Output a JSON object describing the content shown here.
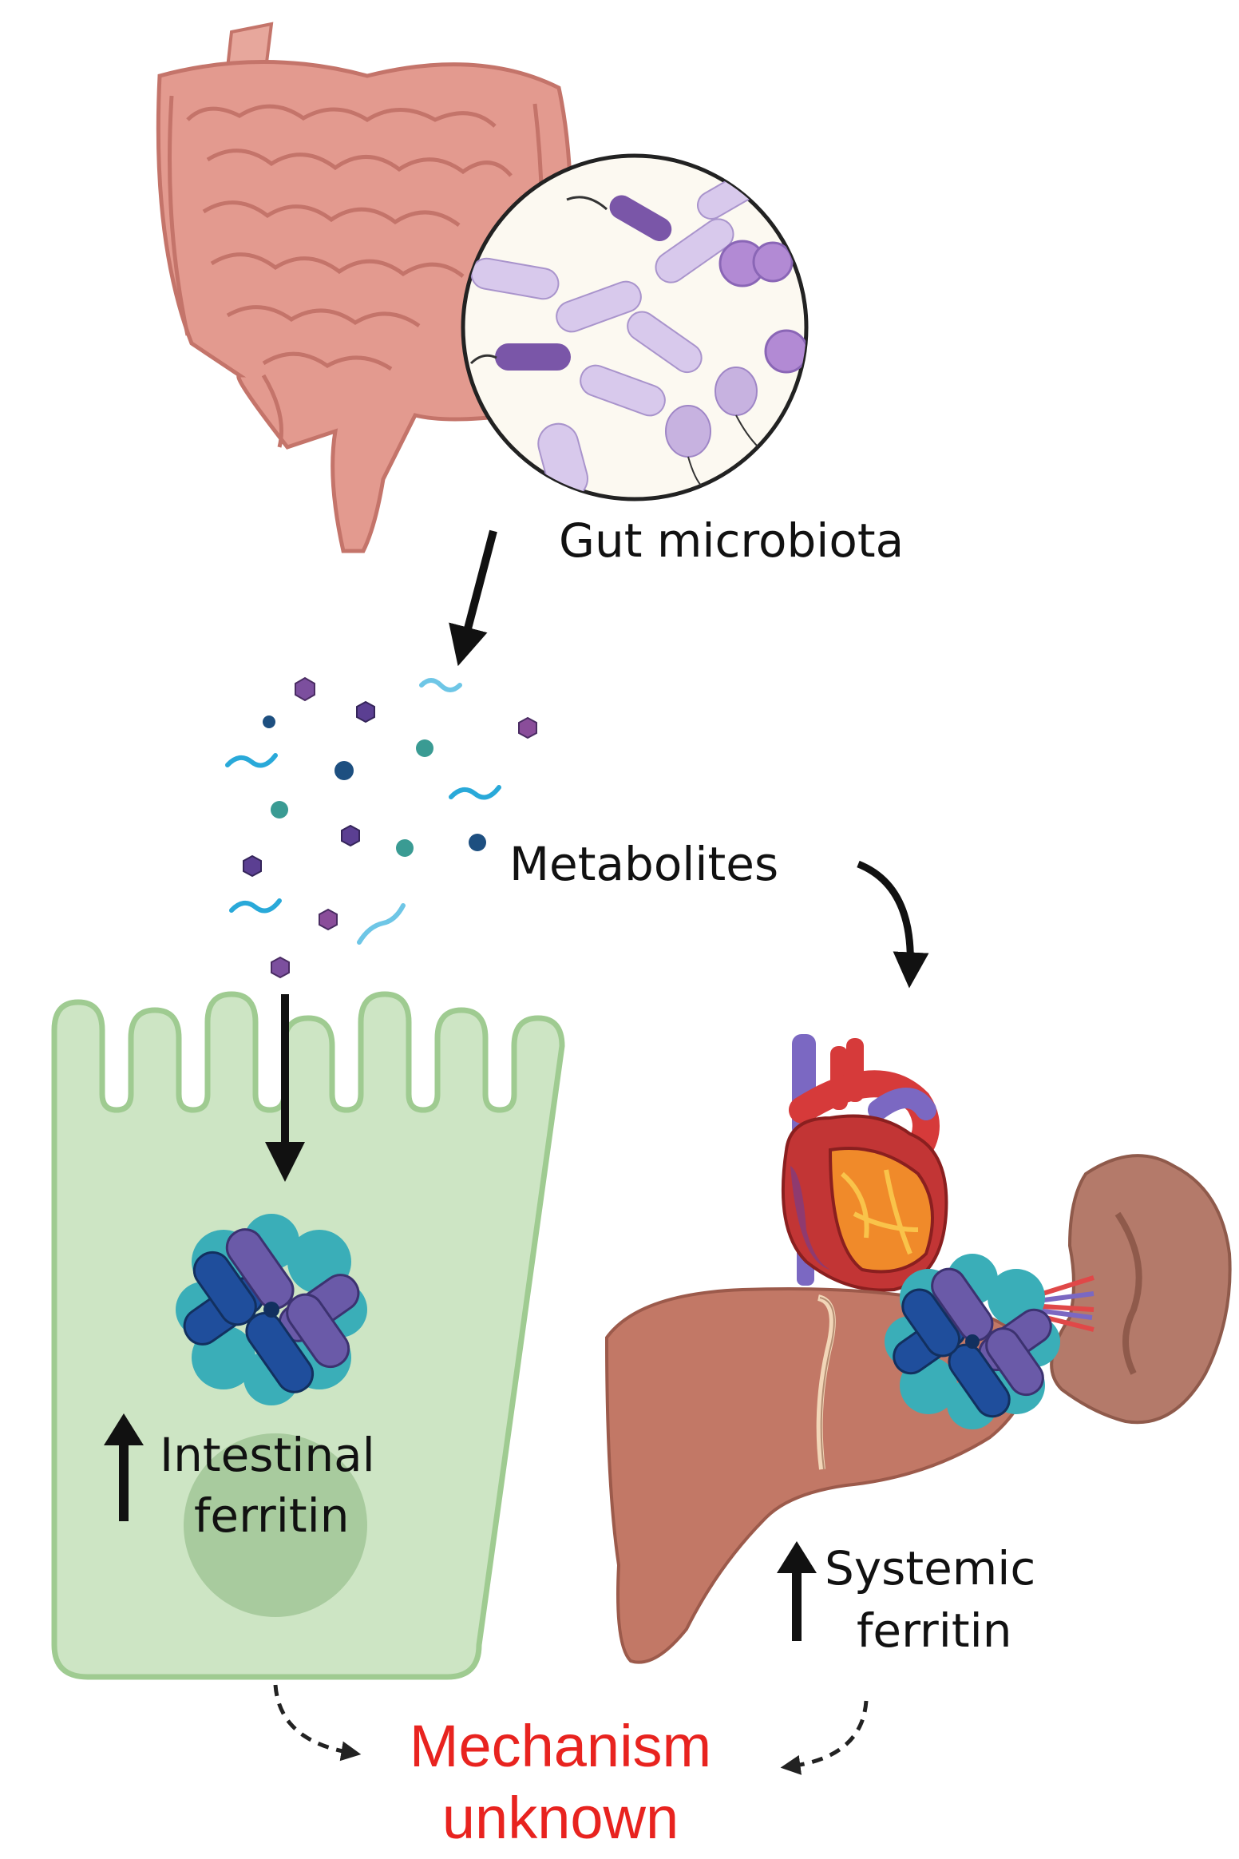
{
  "labels": {
    "gut_microbiota": "Gut microbiota",
    "metabolites": "Metabolites",
    "intestinal_line1": "Intestinal",
    "intestinal_line2": "ferritin",
    "systemic_line1": "Systemic",
    "systemic_line2": "ferritin",
    "mechanism_line1": "Mechanism",
    "mechanism_line2": "unknown"
  },
  "icons": [
    "intestine-icon",
    "bacteria-magnifier-icon",
    "metabolite-particles-icon",
    "enterocyte-cell-icon",
    "ferritin-protein-icon",
    "heart-icon",
    "liver-icon",
    "spleen-icon",
    "up-arrow-icon"
  ],
  "colors": {
    "intestine": "#e39a8f",
    "intestine_outline": "#c4746a",
    "cell_fill": "#cde5c4",
    "cell_outline": "#9fcb91",
    "nucleus": "#a8cb9e",
    "ferritin_dark": "#1f4e9c",
    "ferritin_purple": "#6a5aa8",
    "ferritin_teal": "#3aaeb8",
    "heart_red": "#d63a3a",
    "heart_purple": "#7b68c2",
    "liver": "#c27866",
    "spleen": "#b47a6a",
    "mechanism_text": "#e8231f"
  }
}
